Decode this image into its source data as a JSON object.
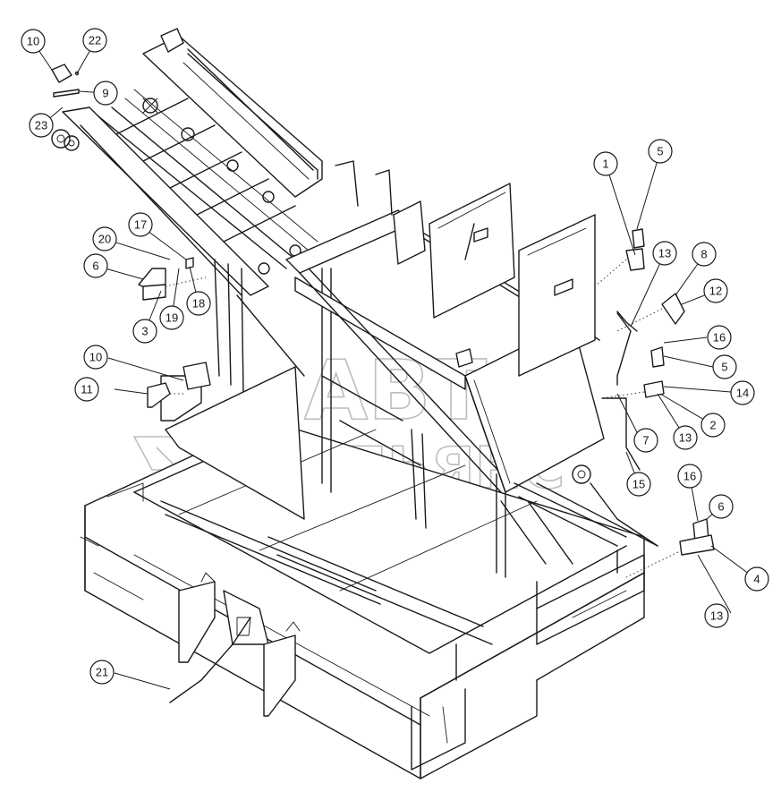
{
  "watermark": {
    "line1": "АВТО",
    "line2": "АЛЬЯНС"
  },
  "callouts": [
    {
      "id": "c10a",
      "label": "10"
    },
    {
      "id": "c22",
      "label": "22"
    },
    {
      "id": "c9",
      "label": "9"
    },
    {
      "id": "c23",
      "label": "23"
    },
    {
      "id": "c1",
      "label": "1"
    },
    {
      "id": "c5a",
      "label": "5"
    },
    {
      "id": "c17",
      "label": "17"
    },
    {
      "id": "c20",
      "label": "20"
    },
    {
      "id": "c6a",
      "label": "6"
    },
    {
      "id": "c18",
      "label": "18"
    },
    {
      "id": "c19",
      "label": "19"
    },
    {
      "id": "c3",
      "label": "3"
    },
    {
      "id": "c13a",
      "label": "13"
    },
    {
      "id": "c8",
      "label": "8"
    },
    {
      "id": "c12",
      "label": "12"
    },
    {
      "id": "c16a",
      "label": "16"
    },
    {
      "id": "c5b",
      "label": "5"
    },
    {
      "id": "c14",
      "label": "14"
    },
    {
      "id": "c2",
      "label": "2"
    },
    {
      "id": "c13b",
      "label": "13"
    },
    {
      "id": "c7",
      "label": "7"
    },
    {
      "id": "c15",
      "label": "15"
    },
    {
      "id": "c10b",
      "label": "10"
    },
    {
      "id": "c11",
      "label": "11"
    },
    {
      "id": "c16b",
      "label": "16"
    },
    {
      "id": "c6b",
      "label": "6"
    },
    {
      "id": "c4",
      "label": "4"
    },
    {
      "id": "c13c",
      "label": "13"
    },
    {
      "id": "c21",
      "label": "21"
    }
  ]
}
